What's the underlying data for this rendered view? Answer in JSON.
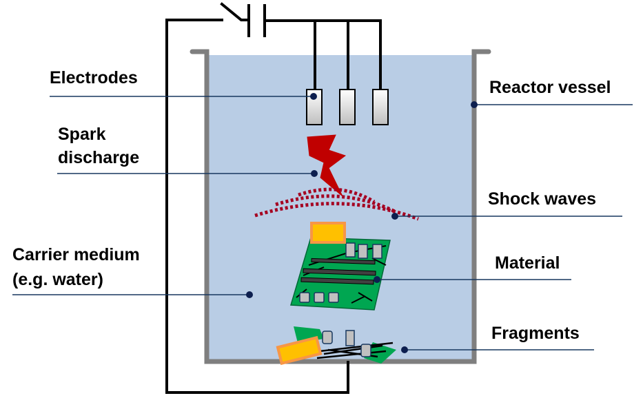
{
  "labels": {
    "electrodes": "Electrodes",
    "spark_line1": "Spark",
    "spark_line2": "discharge",
    "carrier_line1": "Carrier medium",
    "carrier_line2": "(e.g. water)",
    "reactor_vessel": "Reactor vessel",
    "shock_waves": "Shock waves",
    "material": "Material",
    "fragments": "Fragments"
  },
  "colors": {
    "medium": "#b9cde5",
    "vessel_wall": "#7f7f7f",
    "wire": "#000000",
    "leader_line": "#17375e",
    "spark": "#c00000",
    "shock_wave": "#a50021",
    "pcb": "#00a651",
    "chip": "#ffc000",
    "chip_border": "#f79646"
  }
}
